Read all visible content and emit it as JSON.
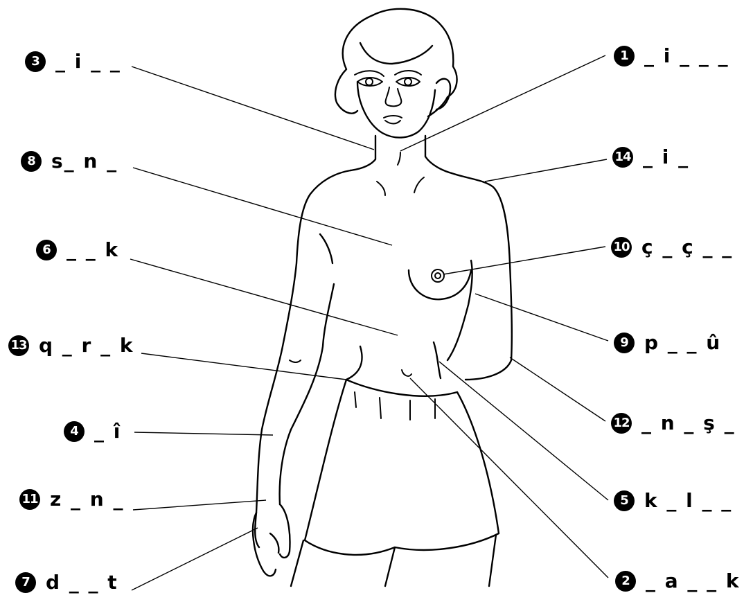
{
  "labels": [
    {
      "id": "1",
      "number": "1",
      "text": "_ i _ _ _"
    },
    {
      "id": "2",
      "number": "2",
      "text": "_ a _ _ k"
    },
    {
      "id": "3",
      "number": "3",
      "text": "_ i _ _"
    },
    {
      "id": "4",
      "number": "4",
      "text": "_ î"
    },
    {
      "id": "5",
      "number": "5",
      "text": "k _ l _ _"
    },
    {
      "id": "6",
      "number": "6",
      "text": "_ _ k"
    },
    {
      "id": "7",
      "number": "7",
      "text": "d _ _ t"
    },
    {
      "id": "8",
      "number": "8",
      "text": "s_ n _"
    },
    {
      "id": "9",
      "number": "9",
      "text": "p _ _ û"
    },
    {
      "id": "10",
      "number": "10",
      "text": "ç _ ç _ _"
    },
    {
      "id": "11",
      "number": "11",
      "text": "z _ n _"
    },
    {
      "id": "12",
      "number": "12",
      "text": "_ n _ ş _"
    },
    {
      "id": "13",
      "number": "13",
      "text": "q _ r _ k"
    },
    {
      "id": "14",
      "number": "14",
      "text": "_ i _"
    }
  ]
}
